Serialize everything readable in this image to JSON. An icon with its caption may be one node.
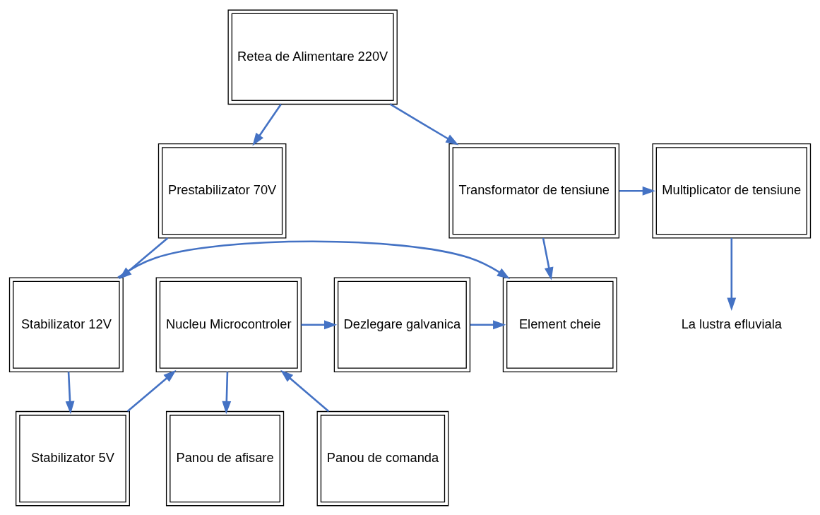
{
  "diagram": {
    "nodes": [
      {
        "text": [
          "Retea de Alimentare 220V"
        ]
      },
      {
        "text": [
          "Prestabilizator 70V"
        ]
      },
      {
        "text": [
          "Transformator de tensiune"
        ]
      },
      {
        "text": [
          "Multiplicator de tensiune"
        ]
      },
      {
        "text": [
          "Stabilizator 12V"
        ]
      },
      {
        "text": [
          "Nucleu Microcontroler"
        ]
      },
      {
        "text": [
          "Dezlegare galvanica"
        ]
      },
      {
        "text": [
          "Element cheie"
        ]
      },
      {
        "text": [
          "Stabilizator 5V"
        ]
      },
      {
        "text": [
          "Panou de comanda"
        ]
      },
      {
        "text": [
          "Panou de afisare"
        ]
      },
      {
        "text": [
          "La lustra efluviala"
        ]
      }
    ],
    "edges": [
      {
        "from": 0,
        "to": 1,
        "arrow": "to"
      },
      {
        "from": 0,
        "to": 2,
        "arrow": "to"
      },
      {
        "from": 2,
        "to": 3,
        "arrow": "to"
      },
      {
        "from": 1,
        "to": 4,
        "arrow": "to"
      },
      {
        "from": 4,
        "to": 7,
        "arrow": "to"
      },
      {
        "from": 2,
        "to": 7,
        "arrow": "to"
      },
      {
        "from": 4,
        "to": 8,
        "arrow": "to"
      },
      {
        "from": 8,
        "to": 5,
        "arrow": "to"
      },
      {
        "from": 5,
        "to": 6,
        "arrow": "to"
      },
      {
        "from": 6,
        "to": 7,
        "arrow": "to"
      },
      {
        "from": 9,
        "to": 5,
        "arrow": "to"
      },
      {
        "from": 5,
        "to": 10,
        "arrow": "to"
      },
      {
        "from": 3,
        "to": 11,
        "arrow": "to"
      }
    ]
  }
}
